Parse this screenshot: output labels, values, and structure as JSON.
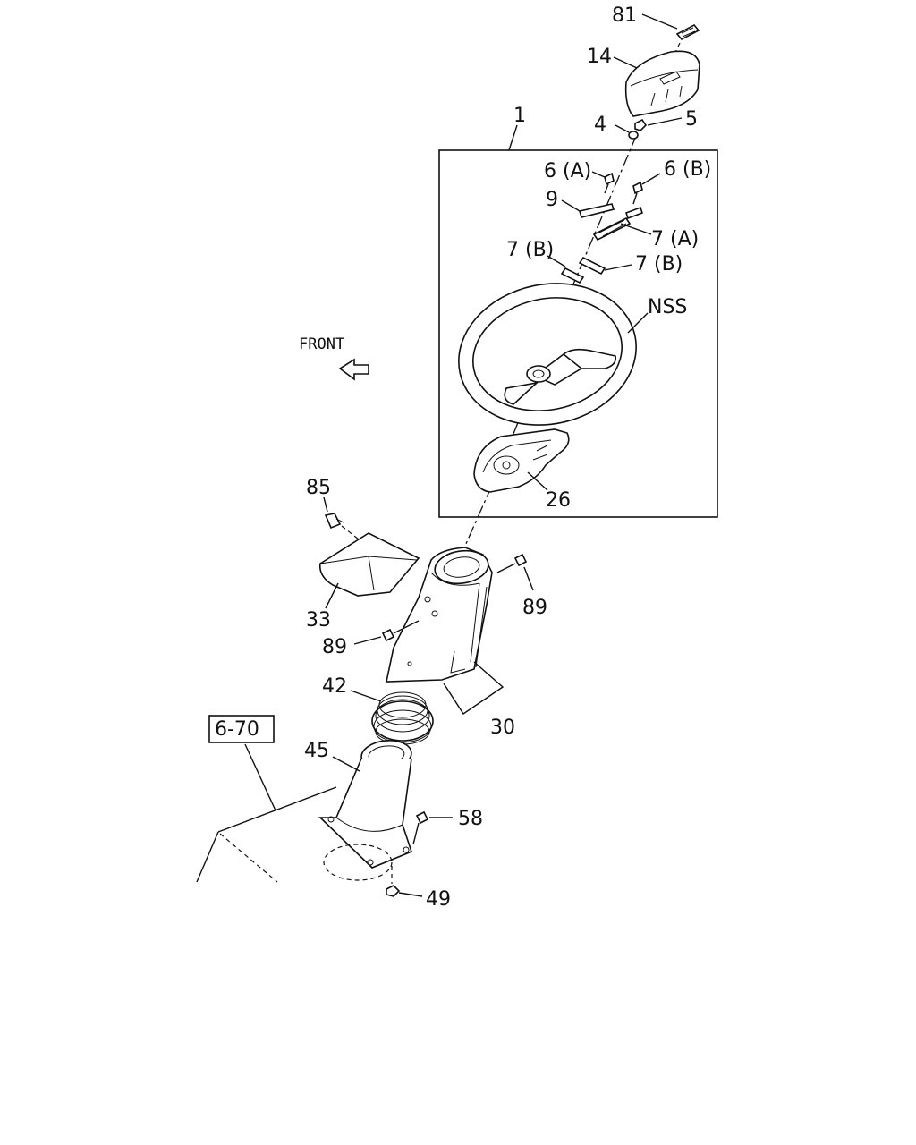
{
  "labels": {
    "p81": "81",
    "p14": "14",
    "p1": "1",
    "p4": "4",
    "p5": "5",
    "p6a": "6 (A)",
    "p6b": "6 (B)",
    "p9": "9",
    "p7a": "7 (A)",
    "p7b_left": "7 (B)",
    "p7b_right": "7 (B)",
    "nss": "NSS",
    "front": "FRONT",
    "p85": "85",
    "p26": "26",
    "p33": "33",
    "p89_right": "89",
    "p89_left": "89",
    "p42": "42",
    "p30": "30",
    "ref": "6-70",
    "p45": "45",
    "p58": "58",
    "p49": "49"
  }
}
